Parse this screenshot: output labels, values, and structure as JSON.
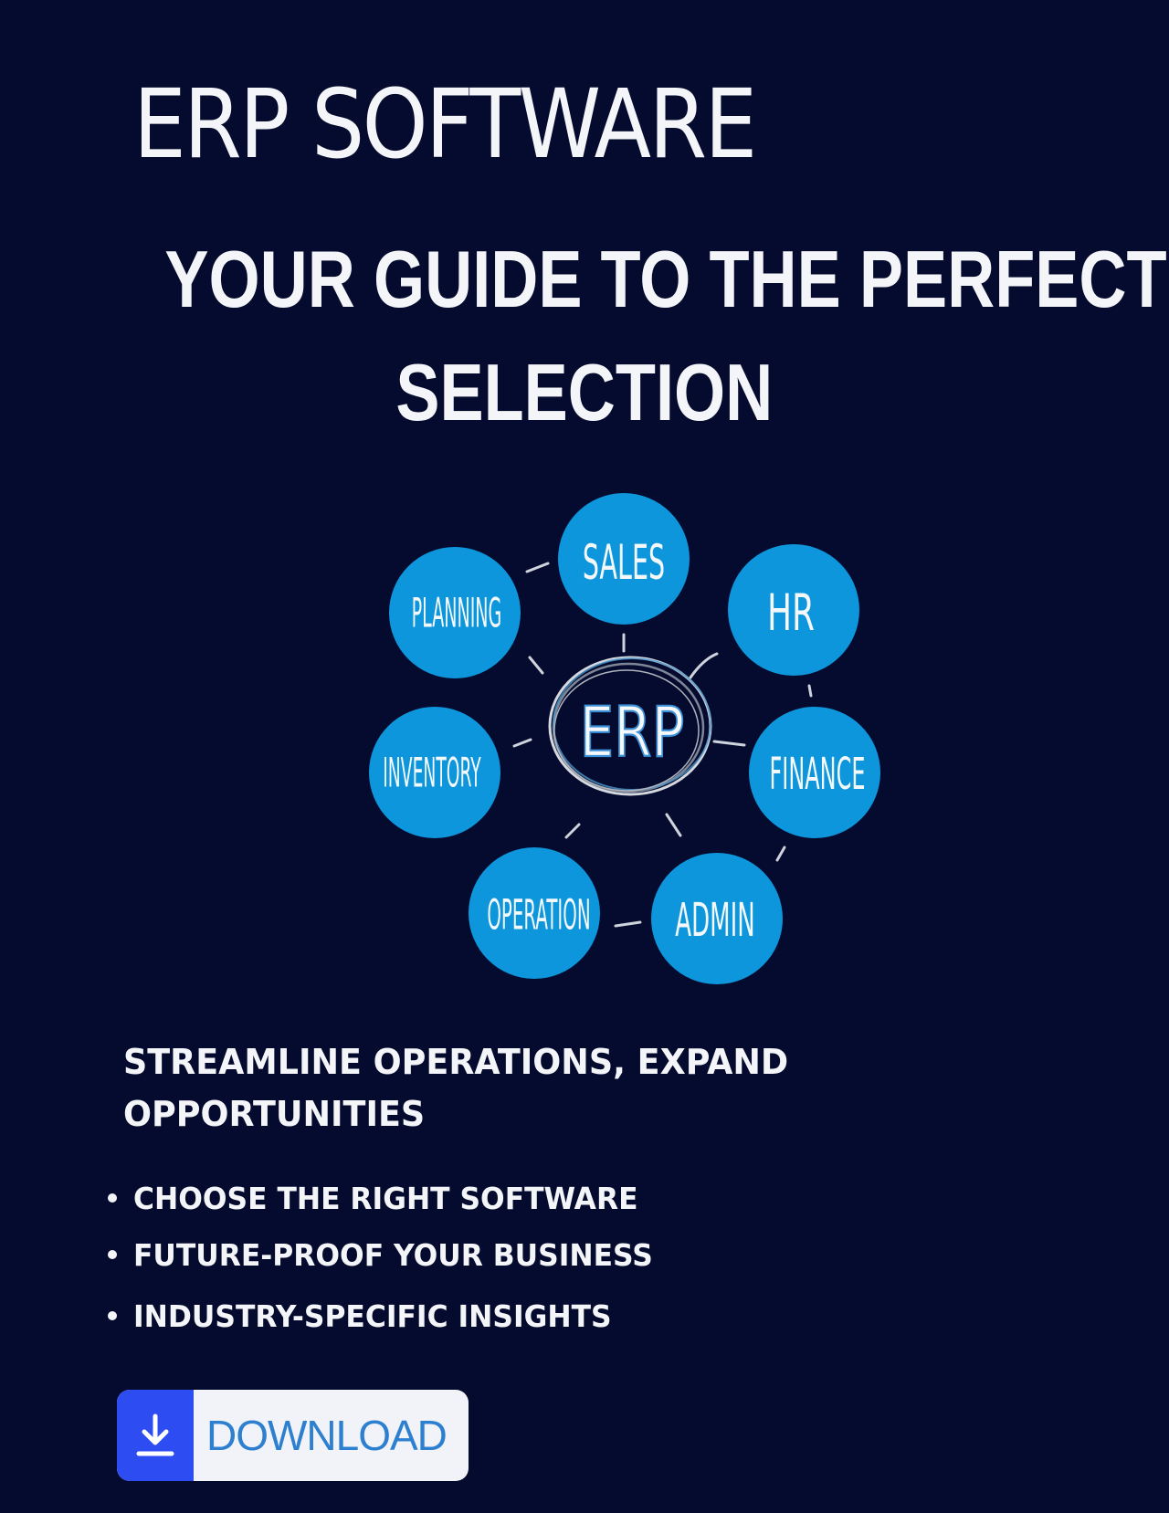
{
  "header": {
    "title": "ERP SOFTWARE",
    "subtitle_line1": "YOUR GUIDE TO THE PERFECT",
    "subtitle_line2": "SELECTION"
  },
  "diagram": {
    "center": "ERP",
    "modules": [
      "SALES",
      "HR",
      "FINANCE",
      "ADMIN",
      "OPERATION",
      "INVENTORY",
      "PLANNING"
    ],
    "circle_color": "#0d96dc"
  },
  "tagline": {
    "line1": "STREAMLINE OPERATIONS, EXPAND",
    "line2": "OPPORTUNITIES"
  },
  "bullets": [
    "CHOOSE THE RIGHT SOFTWARE",
    "FUTURE-PROOF YOUR BUSINESS",
    "INDUSTRY-SPECIFIC INSIGHTS"
  ],
  "cta": {
    "label": "DOWNLOAD",
    "icon": "download-icon",
    "accent": "#2d4df2"
  },
  "colors": {
    "background": "#050b2e",
    "text": "#f4f5f8"
  }
}
